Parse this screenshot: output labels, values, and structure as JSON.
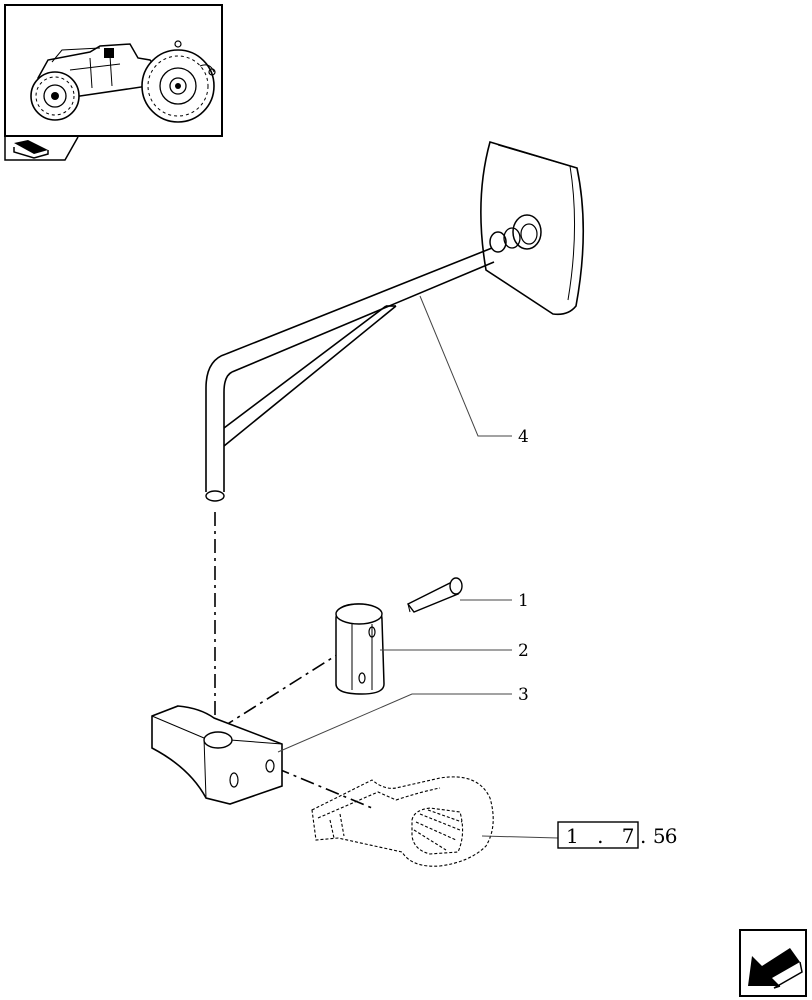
{
  "callouts": [
    {
      "id": "callout-1",
      "text": "1"
    },
    {
      "id": "callout-2",
      "text": "2"
    },
    {
      "id": "callout-3",
      "text": "3"
    },
    {
      "id": "callout-4",
      "text": "4"
    }
  ],
  "reference": {
    "box_digits": "1 . 7 5",
    "suffix": ". 6"
  },
  "icons": {
    "thumbnail": "tractor-icon",
    "book": "book-icon",
    "nav": "arrow-back-icon"
  }
}
